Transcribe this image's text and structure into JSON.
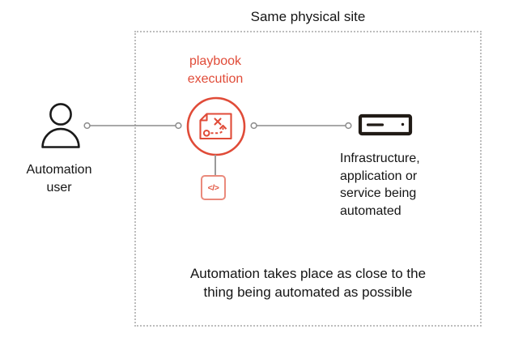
{
  "colors": {
    "accent_red": "#e04b38",
    "accent_red_light": "#ea8a7c",
    "ink": "#151515",
    "line_gray": "#8c8c8c",
    "boundary_border_gray": "#bdbdbd"
  },
  "boundary": {
    "label": "Same physical site"
  },
  "user_node": {
    "icon": "person-icon",
    "lines": [
      "Automation",
      "user"
    ]
  },
  "playbook_node": {
    "icon": "playbook-strategy-icon",
    "label_lines": [
      "playbook",
      "execution"
    ],
    "code_icon": "code-icon",
    "code_glyph": "</>"
  },
  "target_node": {
    "icon": "server-icon",
    "lines": [
      "Infrastructure,",
      "application or",
      "service being",
      "automated"
    ]
  },
  "caption": {
    "lines": [
      "Automation takes place as close to the",
      "thing being automated as possible"
    ]
  }
}
